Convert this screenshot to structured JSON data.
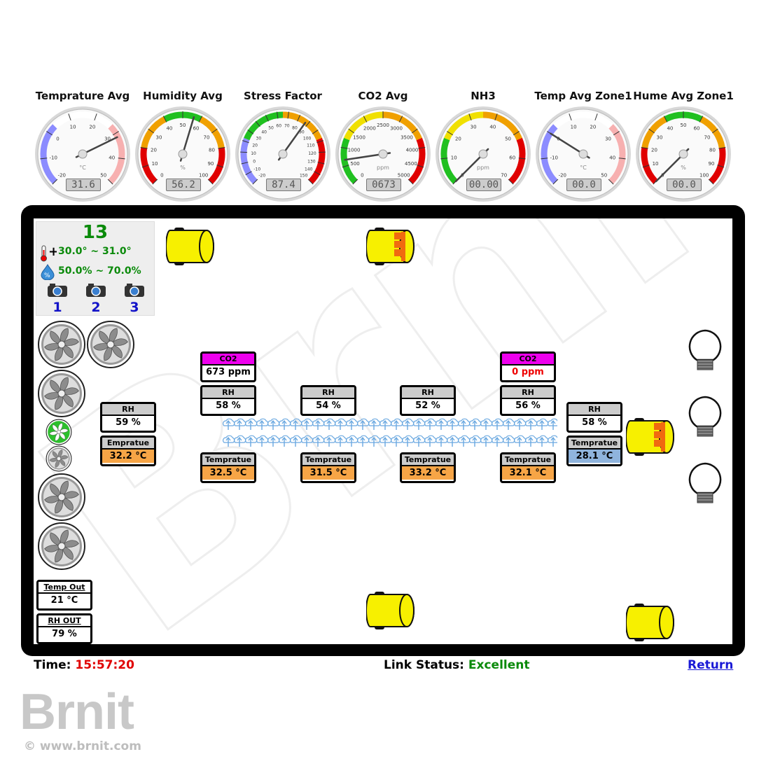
{
  "gauges": [
    {
      "title": "Temprature Avg",
      "reading": "31.6",
      "unit": "°C",
      "min": -20,
      "max": 50,
      "value": 31.6,
      "ticks": [
        "-20",
        "-10",
        "0",
        "10",
        "20",
        "30",
        "40",
        "50"
      ],
      "bands": [
        "#8c8cff",
        "#fff",
        "#f7b0b0"
      ]
    },
    {
      "title": "Humidity Avg",
      "reading": "56.2",
      "unit": "%",
      "min": 0,
      "max": 100,
      "value": 56.2,
      "ticks": [
        "0",
        "10",
        "20",
        "30",
        "40",
        "50",
        "60",
        "70",
        "80",
        "90",
        "100"
      ],
      "bands": [
        "#e00000",
        "#f0a000",
        "#20c020",
        "#f0a000",
        "#e00000"
      ]
    },
    {
      "title": "Stress Factor",
      "reading": "87.4",
      "unit": "",
      "min": -20,
      "max": 150,
      "value": 87.4,
      "ticks": [
        "-20",
        "-10",
        "0",
        "10",
        "20",
        "30",
        "40",
        "50",
        "60",
        "70",
        "80",
        "90",
        "100",
        "110",
        "120",
        "130",
        "140",
        "150"
      ],
      "bands": [
        "#8c8cff",
        "#20c020",
        "#f0a000",
        "#e00000"
      ]
    },
    {
      "title": "CO2 Avg",
      "reading": "0673",
      "unit": "ppm",
      "min": 0,
      "max": 5000,
      "value": 673,
      "ticks": [
        "0",
        "500",
        "1000",
        "1500",
        "2000",
        "2500",
        "3000",
        "3500",
        "4000",
        "4500",
        "5000"
      ],
      "bands": [
        "#20c020",
        "#f0e000",
        "#f0a000",
        "#e00000"
      ]
    },
    {
      "title": "NH3",
      "reading": "00.00",
      "unit": "ppm",
      "min": 0,
      "max": 50,
      "value": 0,
      "ticks": [
        "0",
        "10",
        "20",
        "30",
        "40",
        "50",
        "60",
        "70"
      ],
      "bands": [
        "#20c020",
        "#f0e000",
        "#f0a000",
        "#e00000"
      ]
    },
    {
      "title": "Temp Avg Zone1",
      "reading": "00.0",
      "unit": "°C",
      "min": -20,
      "max": 50,
      "value": 0,
      "ticks": [
        "-20",
        "-10",
        "0",
        "10",
        "20",
        "30",
        "40",
        "50"
      ],
      "bands": [
        "#8c8cff",
        "#fff",
        "#f7b0b0"
      ]
    },
    {
      "title": "Hume Avg Zone1",
      "reading": "00.0",
      "unit": "%",
      "min": 0,
      "max": 100,
      "value": 0,
      "ticks": [
        "0",
        "10",
        "20",
        "30",
        "40",
        "50",
        "60",
        "70",
        "80",
        "90",
        "100"
      ],
      "bands": [
        "#e00000",
        "#f0a000",
        "#20c020",
        "#f0a000",
        "#e00000"
      ]
    }
  ],
  "info": {
    "count": "13",
    "temp_range": "30.0° ~ 31.0°",
    "hum_range": "50.0% ~ 70.0%",
    "cameras": [
      "1",
      "2",
      "3"
    ]
  },
  "co2_sensors": [
    {
      "label": "CO2",
      "value": "673 ppm",
      "color": "#000000"
    },
    {
      "label": "CO2",
      "value": "0 ppm",
      "color": "#ee0000"
    }
  ],
  "rh_sensors": [
    {
      "label": "RH",
      "value": "59 %"
    },
    {
      "label": "RH",
      "value": "58 %"
    },
    {
      "label": "RH",
      "value": "54 %"
    },
    {
      "label": "RH",
      "value": "52 %"
    },
    {
      "label": "RH",
      "value": "56 %"
    },
    {
      "label": "RH",
      "value": "58 %"
    }
  ],
  "temp_sensors": [
    {
      "label": "Empratue",
      "value": "32.2 °C"
    },
    {
      "label": "Tempratue",
      "value": "32.5 °C"
    },
    {
      "label": "Tempratue",
      "value": "31.5 °C"
    },
    {
      "label": "Tempratue",
      "value": "33.2 °C"
    },
    {
      "label": "Tempratue",
      "value": "32.1 °C"
    },
    {
      "label": "Tempratue",
      "value": "28.1 °C"
    }
  ],
  "outside": {
    "temp_label": "Temp Out",
    "temp_value": "21 °C",
    "rh_label": "RH OUT",
    "rh_value": "79 %"
  },
  "status": {
    "time_label": "Time:",
    "time_value": "15:57:20",
    "link_label": "Link Status:",
    "link_value": "Excellent",
    "return_label": "Return"
  },
  "branding": {
    "logo": "Brnit",
    "url": "© www.brnit.com"
  }
}
